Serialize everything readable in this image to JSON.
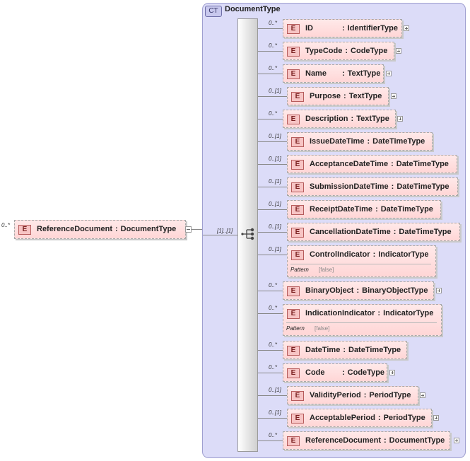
{
  "root": {
    "name": "ReferenceDocument",
    "type": "DocumentType",
    "cardinality": "0..*",
    "badge": "E"
  },
  "complex_type": {
    "badge": "CT",
    "name": "DocumentType",
    "sequence_cardinality": "[1]..[1]"
  },
  "pattern_label": "Pattern",
  "elements": [
    {
      "name": "ID",
      "type": "IdentifierType",
      "cardinality": "0..*",
      "badge": "E",
      "expandable": true
    },
    {
      "name": "TypeCode",
      "type": "CodeType",
      "cardinality": "0..*",
      "badge": "E",
      "expandable": true
    },
    {
      "name": "Name",
      "type": "TextType",
      "cardinality": "0..*",
      "badge": "E",
      "expandable": true
    },
    {
      "name": "Purpose",
      "type": "TextType",
      "cardinality": "0..[1]",
      "badge": "E",
      "expandable": true
    },
    {
      "name": "Description",
      "type": "TextType",
      "cardinality": "0..*",
      "badge": "E",
      "expandable": true
    },
    {
      "name": "IssueDateTime",
      "type": "DateTimeType",
      "cardinality": "0..[1]",
      "badge": "E",
      "expandable": false
    },
    {
      "name": "AcceptanceDateTime",
      "type": "DateTimeType",
      "cardinality": "0..[1]",
      "badge": "E",
      "expandable": false
    },
    {
      "name": "SubmissionDateTime",
      "type": "DateTimeType",
      "cardinality": "0..[1]",
      "badge": "E",
      "expandable": false
    },
    {
      "name": "ReceiptDateTime",
      "type": "DateTimeType",
      "cardinality": "0..[1]",
      "badge": "E",
      "expandable": false
    },
    {
      "name": "CancellationDateTime",
      "type": "DateTimeType",
      "cardinality": "0..[1]",
      "badge": "E",
      "expandable": false
    },
    {
      "name": "ControlIndicator",
      "type": "IndicatorType",
      "cardinality": "0..[1]",
      "badge": "E",
      "expandable": false,
      "pattern": "[false]"
    },
    {
      "name": "BinaryObject",
      "type": "BinaryObjectType",
      "cardinality": "0..*",
      "badge": "E",
      "expandable": true
    },
    {
      "name": "IndicationIndicator",
      "type": "IndicatorType",
      "cardinality": "0..*",
      "badge": "E",
      "expandable": false,
      "pattern": "[false]"
    },
    {
      "name": "DateTime",
      "type": "DateTimeType",
      "cardinality": "0..*",
      "badge": "E",
      "expandable": false
    },
    {
      "name": "Code",
      "type": "CodeType",
      "cardinality": "0..*",
      "badge": "E",
      "expandable": true
    },
    {
      "name": "ValidityPeriod",
      "type": "PeriodType",
      "cardinality": "0..[1]",
      "badge": "E",
      "expandable": true
    },
    {
      "name": "AcceptablePeriod",
      "type": "PeriodType",
      "cardinality": "0..[1]",
      "badge": "E",
      "expandable": true
    },
    {
      "name": "ReferenceDocument",
      "type": "DocumentType",
      "cardinality": "0..*",
      "badge": "E",
      "expandable": true
    }
  ]
}
